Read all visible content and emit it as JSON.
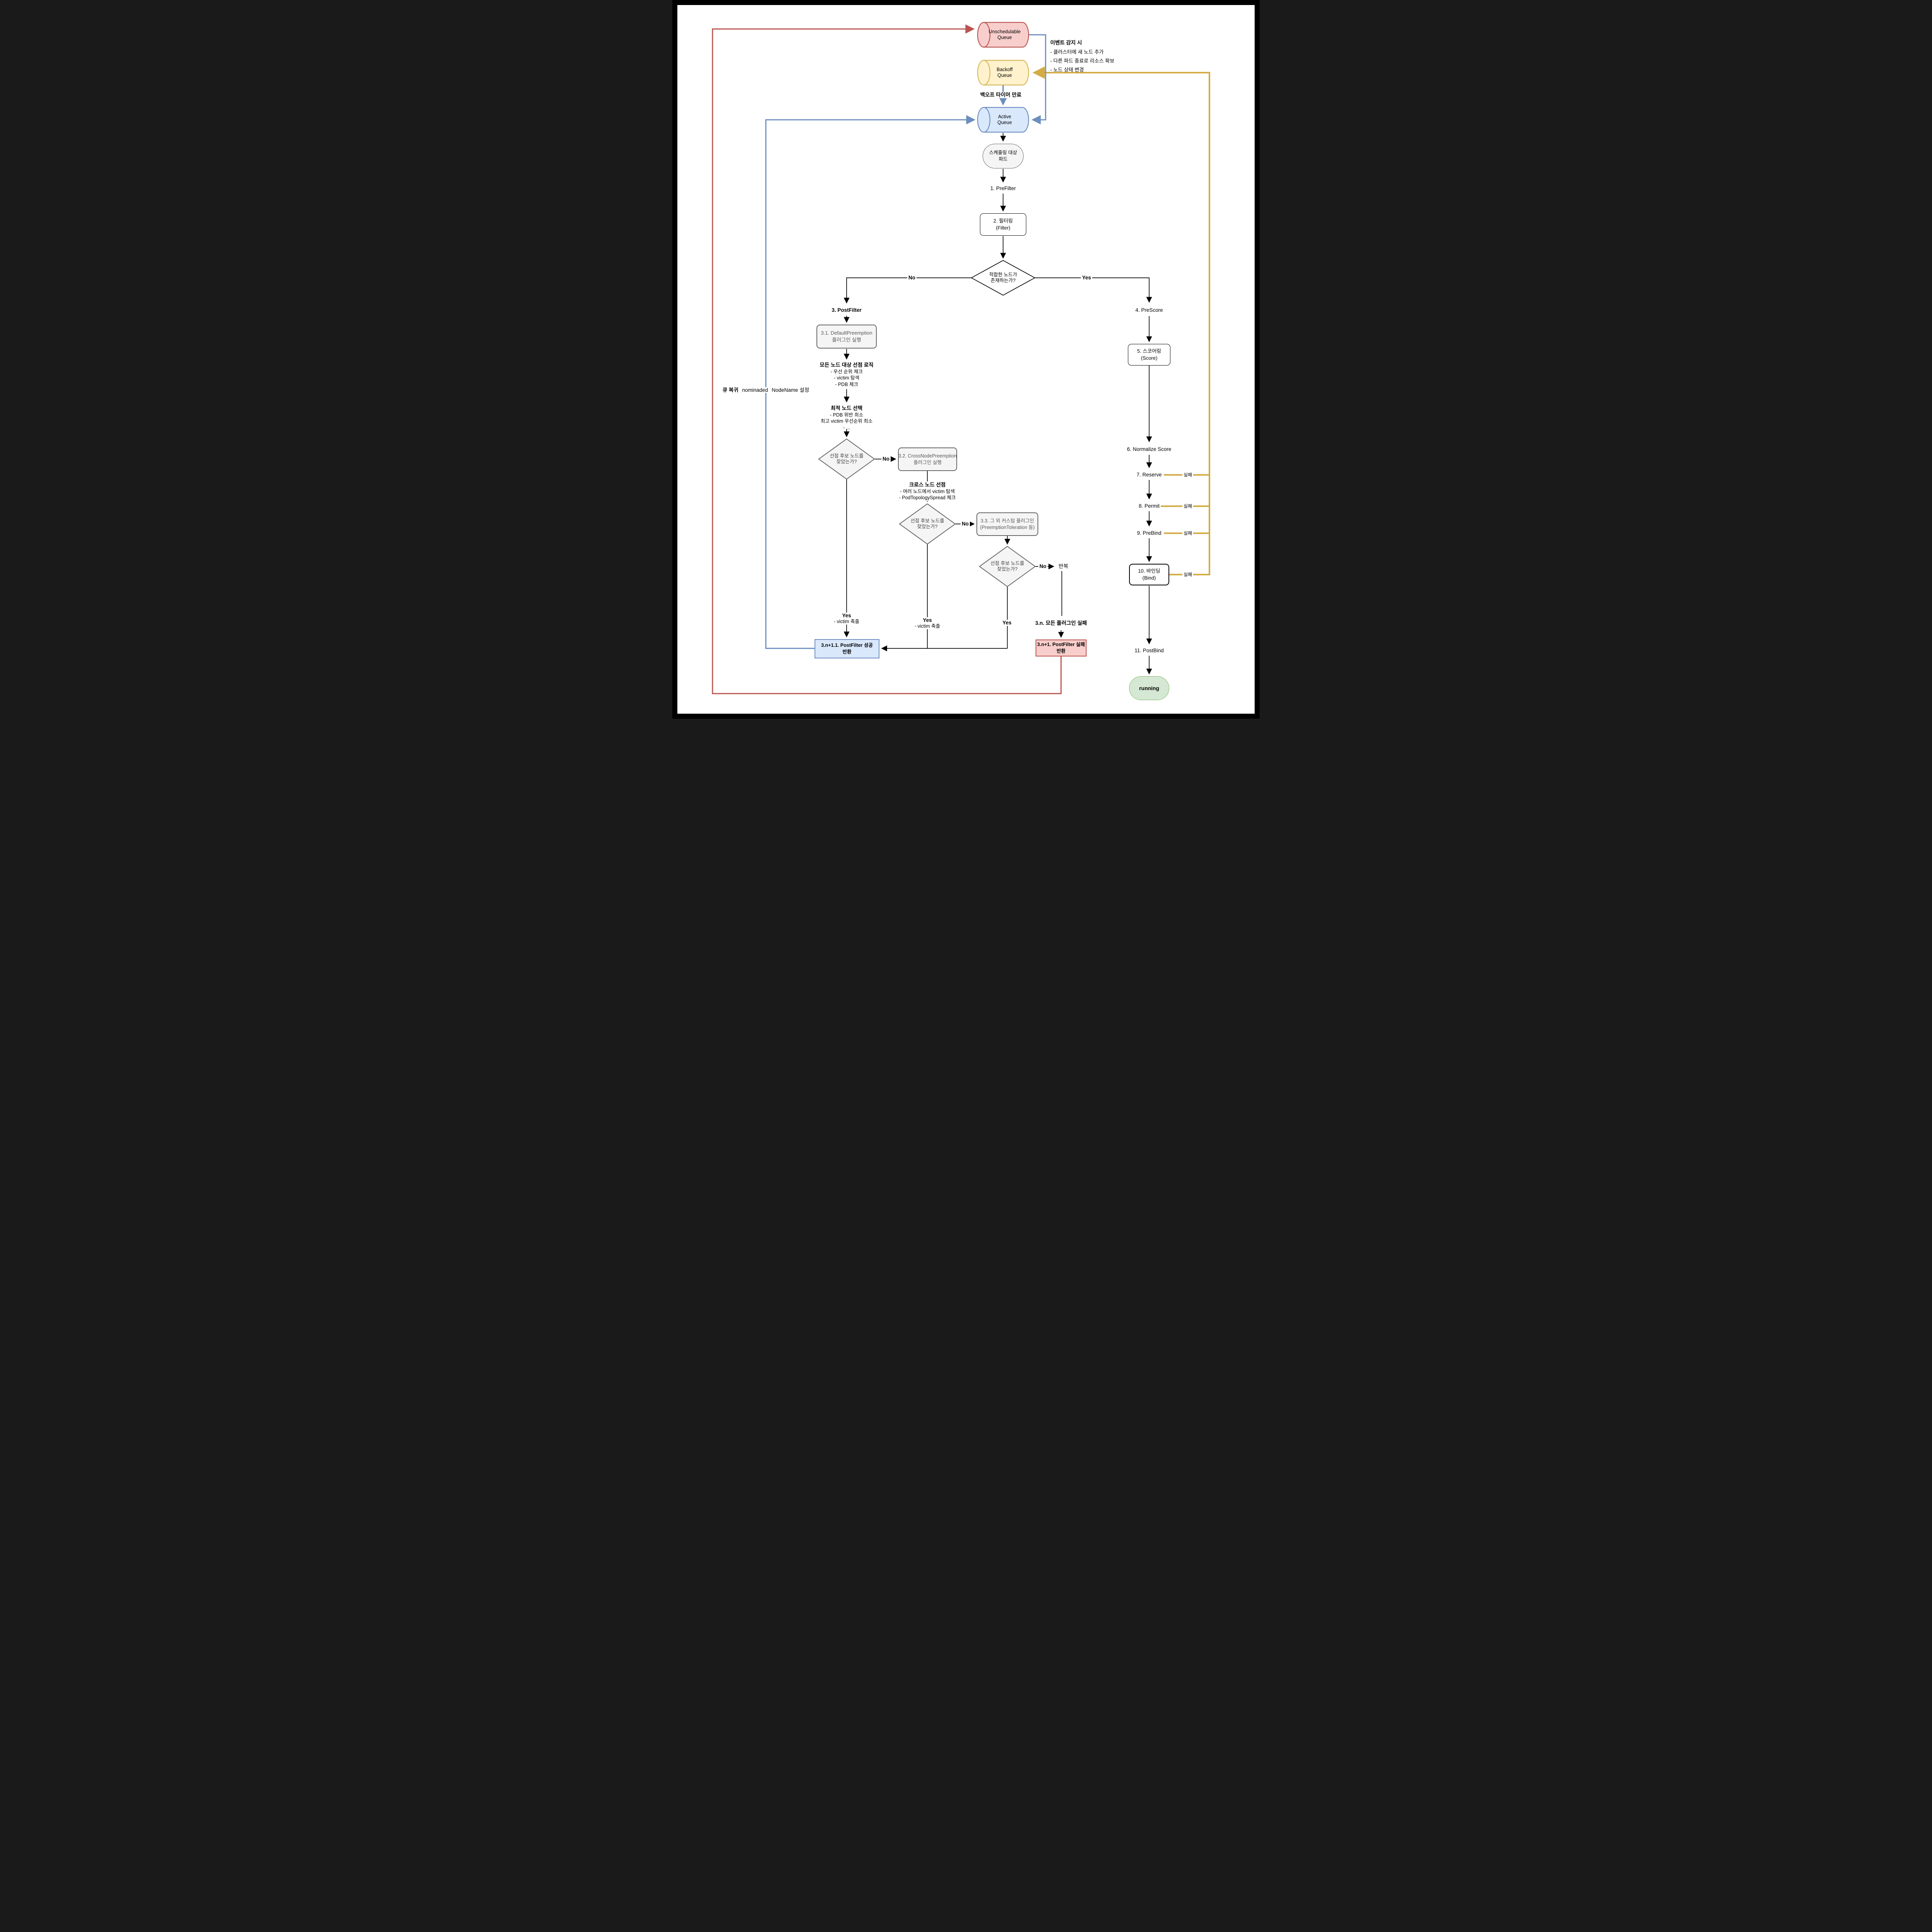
{
  "diagram": {
    "queues": {
      "unschedulable": {
        "line1": "Unschedulable",
        "line2": "Queue"
      },
      "backoff": {
        "line1": "Backoff",
        "line2": "Queue"
      },
      "active": {
        "line1": "Active",
        "line2": "Queue"
      }
    },
    "event_note": {
      "title": "이벤트 감지 시",
      "items": [
        "- 클러스터에 새 노드 추가",
        "- 다른 파드 종료로 리소스 확보",
        "- 노드 상태 변경"
      ]
    },
    "backoff_timer_label": "백오프 타이머 만료",
    "queue_return_note": {
      "line1": "큐 복귀",
      "line2": "nominaded",
      "line3": "NodeName 설정"
    },
    "pod": {
      "line1": "스케줄링 대상",
      "line2": "파드"
    },
    "steps": {
      "prefilter": "1. PreFilter",
      "filter": {
        "line1": "2. 필터링",
        "line2": "(Filter)"
      },
      "postfilter": "3. PostFilter",
      "prescore": "4. PreScore",
      "score": {
        "line1": "5. 스코어링",
        "line2": "(Score)"
      },
      "normalize": "6. Normalize Score",
      "reserve": "7. Reserve",
      "permit": "8. Permit",
      "prebind": "9. PreBind",
      "bind": {
        "line1": "10. 바인딩",
        "line2": "(Bind)"
      },
      "postbind": "11. PostBind"
    },
    "decisions": {
      "fit_node": {
        "line1": "적합한 노드가",
        "line2": "존재하는가?"
      },
      "candidate": {
        "line1": "선점 후보 노드를",
        "line2": "찾았는가?"
      }
    },
    "plugins": {
      "default_preemption": {
        "line1": "3.1. DefaultPreemption",
        "line2": "플러그인 실행"
      },
      "cross_node": {
        "line1": "3.2. CrossNodePreemption",
        "line2": "플러그인 실행"
      },
      "custom": {
        "line1": "3.3. 그 외 커스텀 플러그인",
        "line2": "(PreemptionToleration 등)"
      }
    },
    "notes": {
      "preemption_logic": {
        "title": "모든 노드 대상 선점 로직",
        "items": [
          "- 우선 순위 체크",
          "- victim 탐색",
          "- PDB 체크"
        ]
      },
      "best_node": {
        "title": "최적 노드 선택",
        "items": [
          "- PDB 위반 최소",
          "최고 victim 우선순위 최소",
          "- ..."
        ]
      },
      "cross_node_info": {
        "title": "크로스 노드 선점",
        "items": [
          "- 여러 노드에서 victim 탐색",
          "- PodTopologySpread 체크"
        ]
      },
      "all_plugins_failed": "3.n. 모든 플러그인 실패",
      "repeat": "반복",
      "victim_evict": "- victim 축출"
    },
    "results": {
      "postfilter_fail": {
        "line1": "3.n+1. PostFilter 실패",
        "line2": "반환"
      },
      "postfilter_success": {
        "line1": "3.n+1.1. PostFilter 성공",
        "line2": "반환"
      },
      "running": "running"
    },
    "edge_labels": {
      "yes": "Yes",
      "no": "No",
      "fail": "실패"
    }
  },
  "colors": {
    "unschedulable_fill": "#f8cecc",
    "unschedulable_stroke": "#b85450",
    "backoff_fill": "#fff2cc",
    "backoff_stroke": "#d6b656",
    "active_fill": "#dae8fc",
    "active_stroke": "#6c8ebf",
    "gray_fill": "#f5f5f5",
    "gray_stroke": "#666666",
    "running_fill": "#d5e8d4",
    "running_stroke": "#82b366",
    "fail_line": "#d3ac44",
    "success_line": "#6c8ebf",
    "requeue_line": "#b85450"
  }
}
